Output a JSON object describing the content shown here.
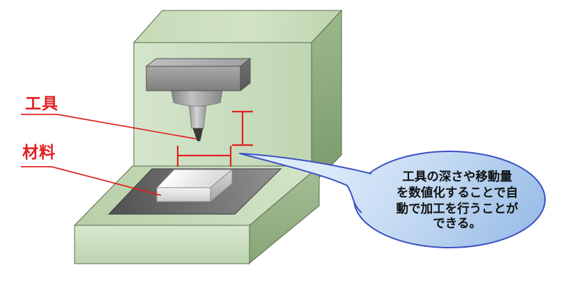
{
  "diagram": {
    "title_hint": "CNC machining illustration",
    "labels": {
      "tool": "工具",
      "material": "材料"
    },
    "callout": {
      "lines": [
        "工具の深さや移動量",
        "を数値化することで自",
        "動で加工を行うことが",
        "できる。"
      ],
      "full_text": "工具の深さや移動量を数値化することで自動で加工を行うことができる。"
    },
    "colors": {
      "machine_green_light": "#d3e4ca",
      "machine_green_mid": "#bdd4ae",
      "machine_green_dark": "#85a375",
      "table_gray_light": "#8f8f8f",
      "table_gray_dark": "#525252",
      "spindle_gray": "#9b9b9b",
      "material_white": "#f0f0f0",
      "tool_tip_dark": "#3a3a36",
      "annotation_red": "#e02020",
      "callout_fill_light": "#dceafa",
      "callout_fill_dark": "#9dbfe8",
      "callout_border_blue": "#3b50c4",
      "callout_text": "#111111"
    }
  }
}
